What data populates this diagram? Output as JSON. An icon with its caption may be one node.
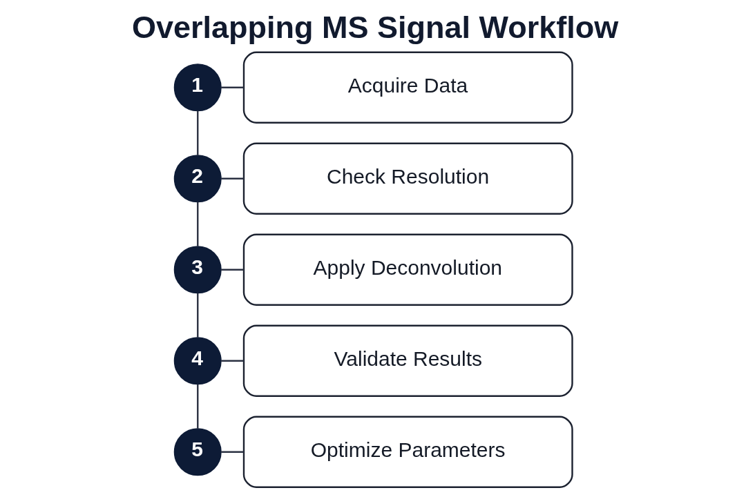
{
  "diagram": {
    "title": "Overlapping MS Signal Workflow",
    "nodes": [
      {
        "text": [
          "1"
        ]
      },
      {
        "text": [
          "Acquire Data"
        ]
      },
      {
        "text": [
          "2"
        ]
      },
      {
        "text": [
          "Check Resolution"
        ]
      },
      {
        "text": [
          "3"
        ]
      },
      {
        "text": [
          "Apply Deconvolution"
        ]
      },
      {
        "text": [
          "4"
        ]
      },
      {
        "text": [
          "Validate Results"
        ]
      },
      {
        "text": [
          "5"
        ]
      },
      {
        "text": [
          "Optimize Parameters"
        ]
      }
    ],
    "edges": [
      {
        "from": 0,
        "to": 1,
        "arrow": "none"
      },
      {
        "from": 0,
        "to": 2,
        "arrow": "none"
      },
      {
        "from": 2,
        "to": 3,
        "arrow": "none"
      },
      {
        "from": 2,
        "to": 4,
        "arrow": "none"
      },
      {
        "from": 4,
        "to": 5,
        "arrow": "none"
      },
      {
        "from": 4,
        "to": 6,
        "arrow": "none"
      },
      {
        "from": 6,
        "to": 7,
        "arrow": "none"
      },
      {
        "from": 6,
        "to": 8,
        "arrow": "none"
      },
      {
        "from": 8,
        "to": 9,
        "arrow": "none"
      }
    ]
  }
}
